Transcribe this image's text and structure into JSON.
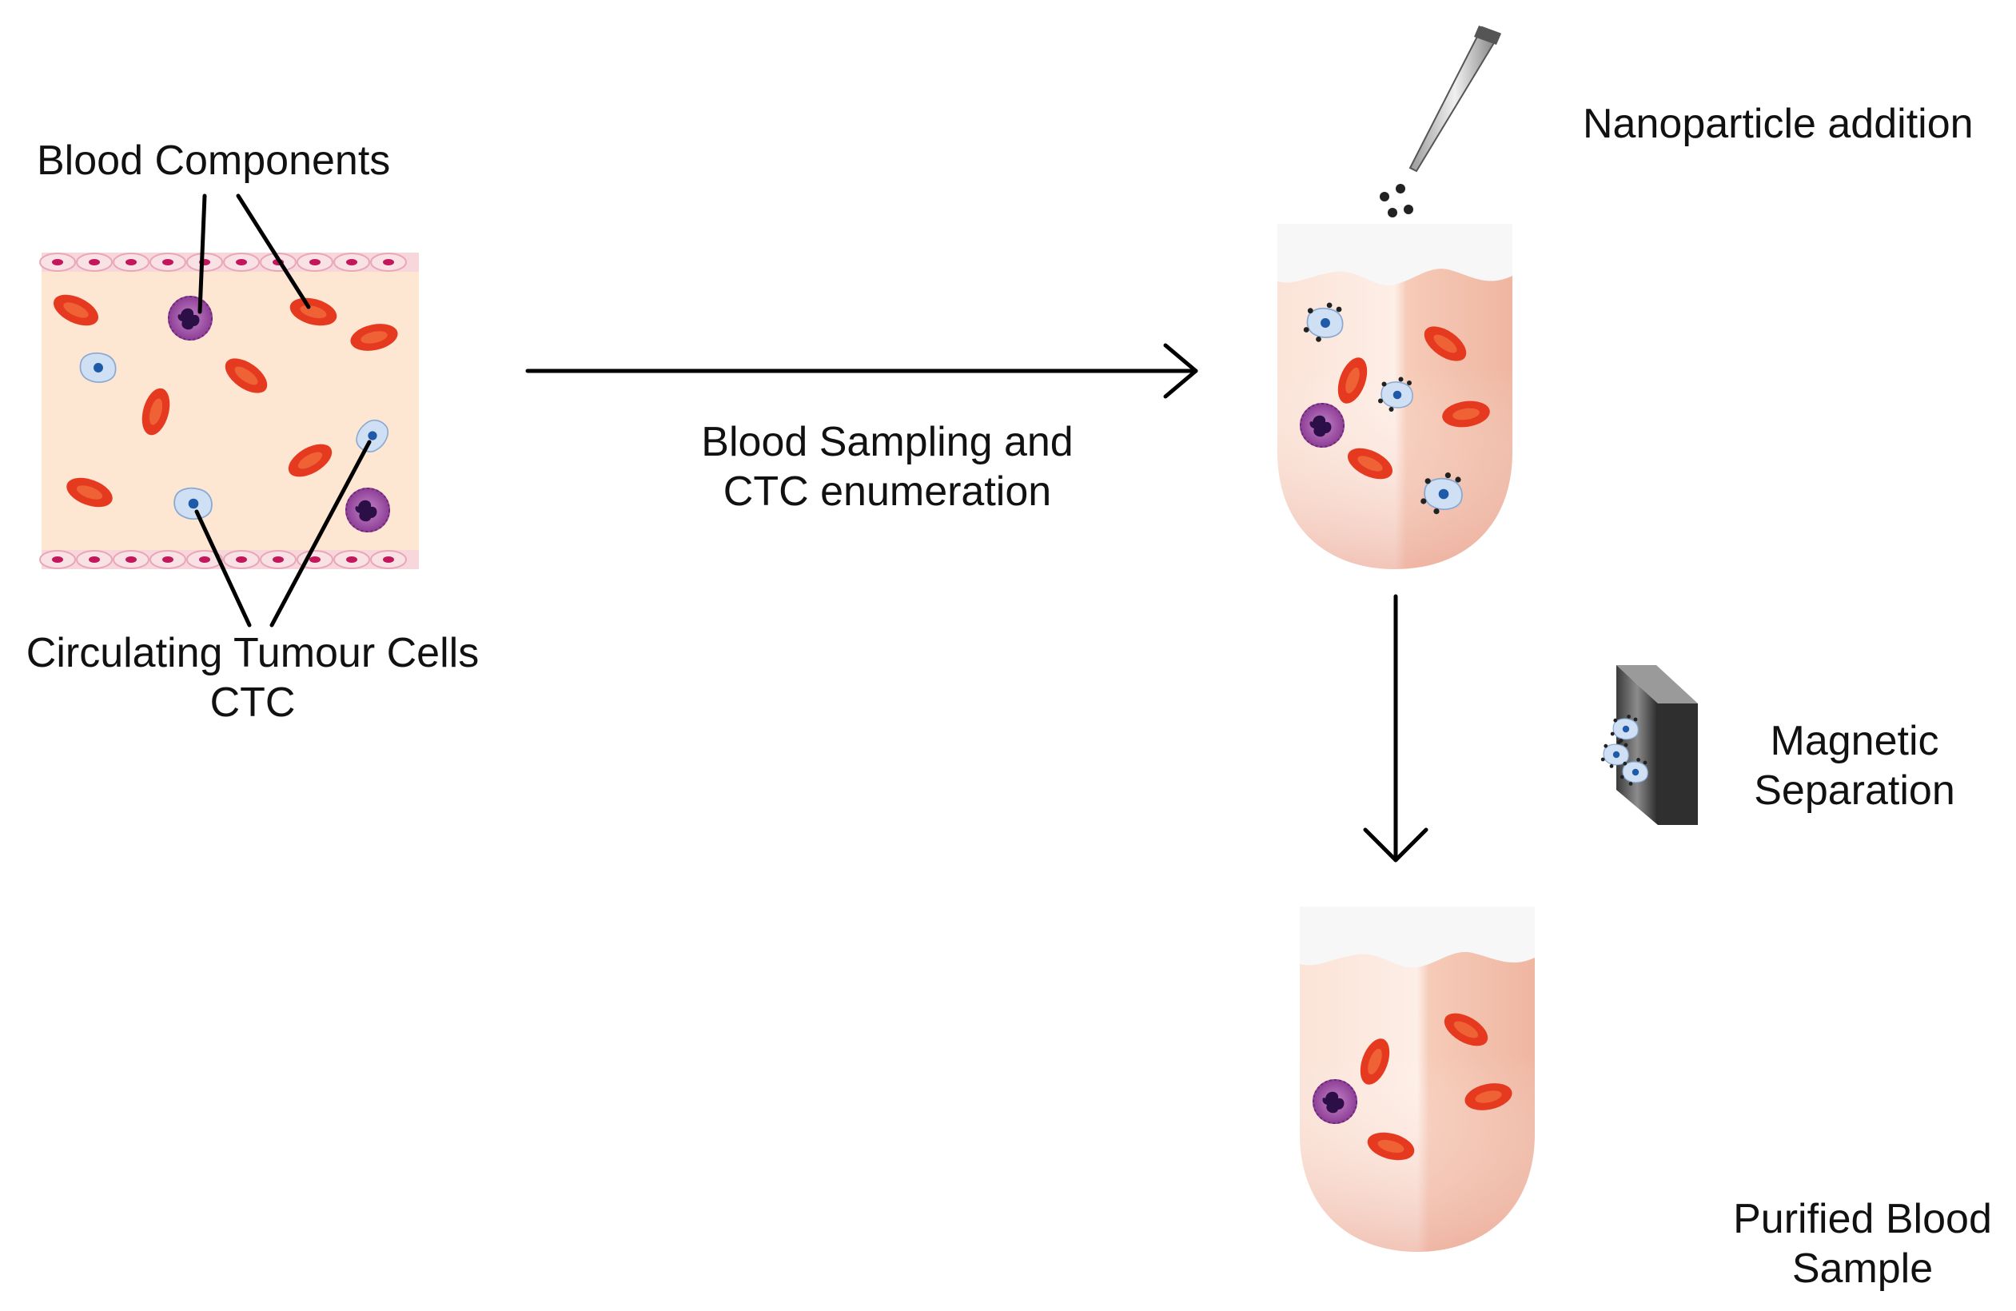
{
  "labels": {
    "blood_components": "Blood Components",
    "ctc_line1": "Circulating Tumour Cells",
    "ctc_line2": "CTC",
    "sampling_line1": "Blood Sampling and",
    "sampling_line2": "CTC enumeration",
    "nanoparticle": "Nanoparticle addition",
    "magnetic_line1": "Magnetic",
    "magnetic_line2": "Separation",
    "purified_line1": "Purified Blood",
    "purified_line2": "Sample"
  },
  "colors": {
    "plasma": "#fde6d2",
    "vessel_wall": "#f8d7dc",
    "vessel_nucleus": "#c2185b",
    "red_blood_cell": "#e63a20",
    "white_blood_cell": "#a04aa8",
    "tumour_cell": "#c9dcf3",
    "tumour_nucleus": "#1e5aa8",
    "nanoparticle": "#222222",
    "tube_top": "#f7f7f7",
    "tube_body": "#f6c9b5",
    "magnet": "#6b6b6b",
    "arrow": "#000000"
  },
  "icons": [
    "pipette-icon",
    "magnet-icon",
    "test-tube-icon",
    "blood-vessel-icon"
  ]
}
